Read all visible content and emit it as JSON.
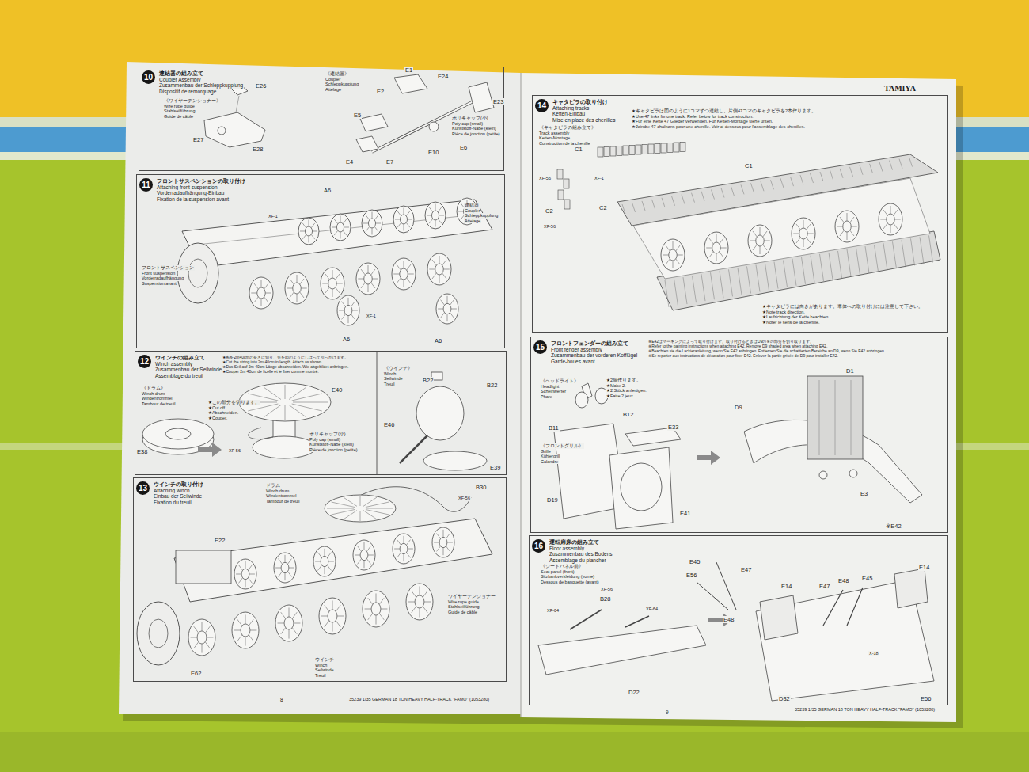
{
  "diagram": {
    "nodes": [
      {
        "text": [
          "連結器の組み立て",
          "Coupler Assembly",
          "Zusammenbau der Schleppkupplung",
          "Dispositif de remorquage"
        ]
      },
      {
        "text": [
          "10"
        ],
        "in": 0
      },
      {
        "text": [
          "フロントサスペンションの取り付け",
          "Attaching front suspension",
          "Vorderradaufhängung-Einbau",
          "Fixation de la suspension avant"
        ]
      },
      {
        "text": [
          "11"
        ],
        "in": 2
      },
      {
        "text": [
          "ウインチの組み立て",
          "Winch assembly",
          "Zusammenbau der Seilwinde",
          "Assemblage du treuil"
        ]
      },
      {
        "text": [
          "12"
        ],
        "in": 4
      },
      {
        "text": [
          "ウインチの取り付け",
          "Attaching winch",
          "Einbau der Seilwinde",
          "Fixation du treuil"
        ]
      },
      {
        "text": [
          "13"
        ],
        "in": 6
      },
      {
        "text": [
          "キャタピラの取り付け",
          "Attaching tracks",
          "Ketten-Einbau",
          "Mise en place des chenilles"
        ]
      },
      {
        "text": [
          "14"
        ],
        "in": 8
      },
      {
        "text": [
          "フロントフェンダーの組み立て",
          "Front fender assembly",
          "Zusammenbau der vorderen Kotflügel",
          "Garde-boues avant"
        ]
      },
      {
        "text": [
          "15"
        ],
        "in": 10
      },
      {
        "text": [
          "運転席床の組み立て",
          "Floor assembly",
          "Zusammenbau des Bodens",
          "Assemblage du plancher"
        ]
      },
      {
        "text": [
          "16"
        ],
        "in": 12
      }
    ],
    "labels": [
      "E26",
      "《ワイヤーテンショナー》",
      "Wire rope guide",
      "Stahlseilführung",
      "Guide de câble",
      "E27",
      "E28",
      "《連結器》",
      "Coupler",
      "Schleppkupplung",
      "Attelage",
      "E1",
      "E24",
      "E2",
      "E23",
      "E5",
      "ポリキャップ(小)",
      "Poly cap (small)",
      "Kunststoff-Nabe (klein)",
      "Pièce de jonction (petite)",
      "E6",
      "E10",
      "E4",
      "E7",
      "A6",
      "連結器",
      "Coupler",
      "Schleppkupplung",
      "Attelage",
      "XF-1",
      "フロントサスペンション",
      "Front suspension",
      "Vorderradaufhängung",
      "Suspension avant",
      "XF-1",
      "A6",
      "A6",
      "★糸を2m40cmの長さに切り、先を図のようにしばって引っかけます。",
      "★Cut the string into 2m 40cm in length. Attach as shown.",
      "★Das Seil auf 2m 40cm Länge abschneiden. Wie abgebildet anbringen.",
      "★Couper 2m 40cm de ficelle et le fixer comme montré.",
      "《ドラム》",
      "Winch drum",
      "Windentrommel",
      "Tambour de treuil",
      "★この部分を切ります。",
      "★Cut off.",
      "★Abschneiden.",
      "★Couper.",
      "E40",
      "E38",
      "XF-56",
      "ポリキャップ(小)",
      "Poly cap (small)",
      "Kunststoff-Nabe (klein)",
      "Pièce de jonction (petite)",
      "《ウインチ》",
      "Winch",
      "Seilwinde",
      "Treuil",
      "B22",
      "B22",
      "E46",
      "E39",
      "ドラム",
      "Winch drum",
      "Windentrommel",
      "Tambour de treuil",
      "B30",
      "XF-56",
      "E22",
      "ワイヤーテンショナー",
      "Wire rope guide",
      "Stahlseilführung",
      "Guide de câble",
      "ウインチ",
      "Winch",
      "Seilwinde",
      "Treuil",
      "E62",
      "8",
      "35239 1/35 GERMAN 18 TON HEAVY HALF-TRACK \"FAMO\" (1053280)",
      "TAMIYA",
      "★キャタピラは図のように1コマずつ連結し、片側47コマのキャタピラを2本作ります。",
      "★Use 47 links for one track. Refer below for track construction.",
      "★Für eine Kette 47 Glieder verwenden. Für Ketten-Montage siehe unten.",
      "★Joindre 47 chaînons pour une chenille. Voir ci-dessous pour l'assemblage des chenilles.",
      "《キャタピラの組み立て》",
      "Track assembly",
      "Ketten-Montage",
      "Construction de la chenille",
      "C1",
      "XF-56",
      "XF-1",
      "C2",
      "XF-56",
      "C2",
      "C1",
      "★キャタピラには向きがあります。車体への取り付けには注意して下さい。",
      "★Note track direction.",
      "★Laufrichtung der Kette beachten.",
      "★Noter le sens de la chenille.",
      "※E42はマーキングによって取り付けます。取り付けるときはD9の※の部分を切り取ります。",
      "※Refer to the painting instructions when attaching E42. Remove D9 shaded area when attaching E42.",
      "※Beachten sie die Lackieranleitung, wenn Sie E42 anbringen. Entfernen Sie die schattierten Bereiche an D9, wenn Sie E42 anbringen.",
      "※Se reporter aux instructions de décoration pour fixer E42. Enlever la partie grisée de D9 pour installer E42.",
      "《ヘッドライト》",
      "Headlight",
      "Scheinwerfer",
      "Phare",
      "★2個作ります。",
      "★Make 2.",
      "★2 Stück anfertigen.",
      "★Faire 2 jeux.",
      "B12",
      "B11",
      "《フロントグリル》",
      "Grille",
      "Kühlergrill",
      "Calandre",
      "E33",
      "D19",
      "E41",
      "D1",
      "D9",
      "E3",
      "※E42",
      "《シートパネル前》",
      "Seat panel (front)",
      "Sitzbankverkleidung (vorne)",
      "Dessous de banquette (avant)",
      "XF-56",
      "B28",
      "XF-64",
      "XF-64",
      "D22",
      "E56",
      "E45",
      "E47",
      "E48",
      "E14",
      "E47",
      "E48",
      "E45",
      "E14",
      "X-18",
      "D32",
      "E56",
      "9",
      "35239 1/35 GERMAN 18 TON HEAVY HALF-TRACK \"FAMO\" (1053280)"
    ]
  }
}
